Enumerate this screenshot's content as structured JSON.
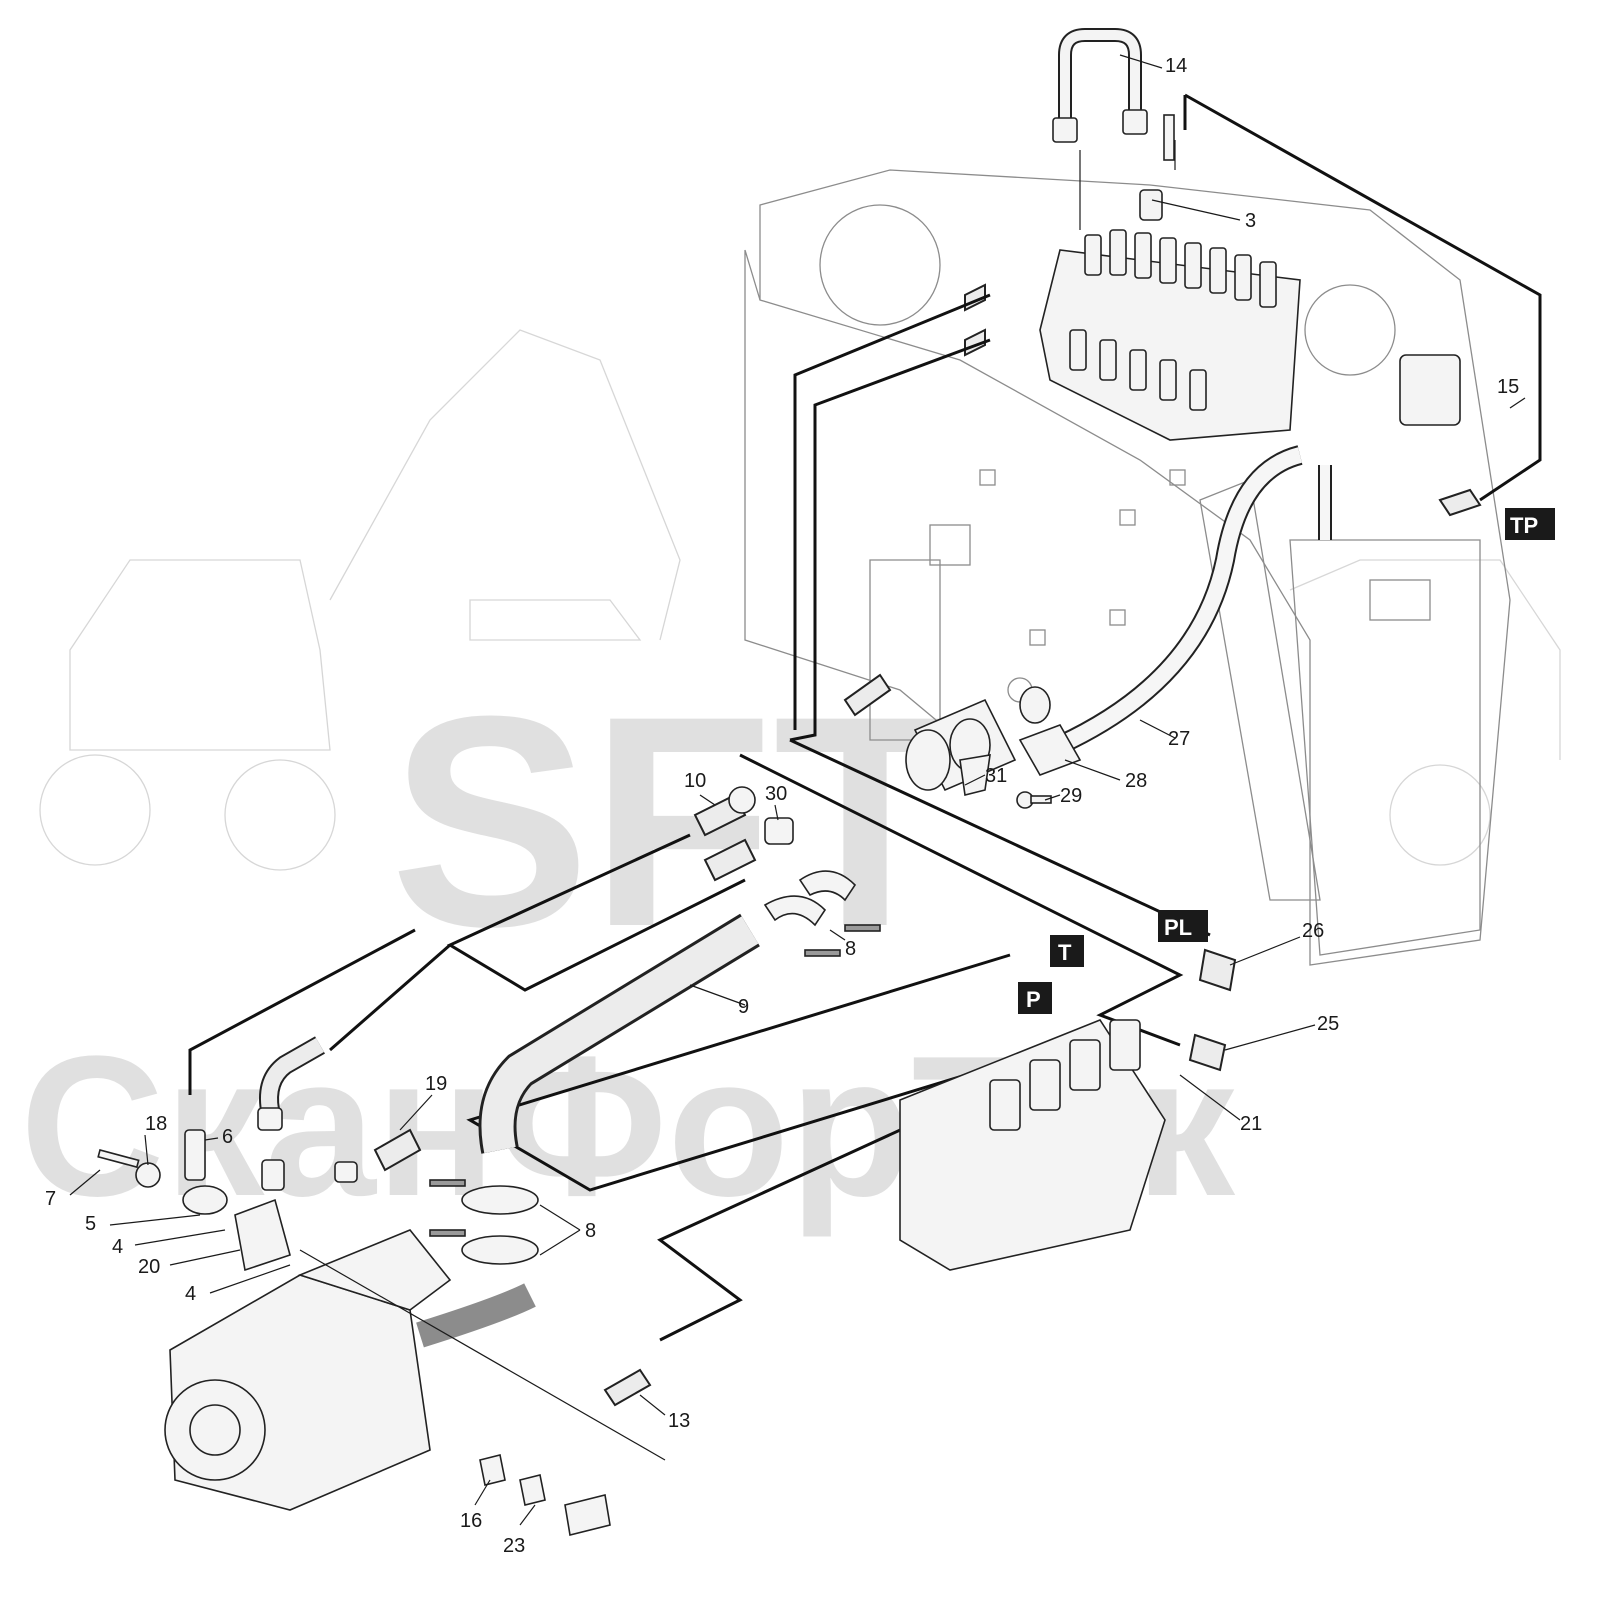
{
  "watermark": {
    "logo_text": "SFT",
    "company_text": "СканФорТек"
  },
  "port_tags": [
    {
      "id": "TP",
      "label": "TP"
    },
    {
      "id": "PL",
      "label": "PL"
    },
    {
      "id": "T",
      "label": "T"
    },
    {
      "id": "P",
      "label": "P"
    }
  ],
  "callouts": [
    {
      "id": "c14",
      "label": "14"
    },
    {
      "id": "c3",
      "label": "3"
    },
    {
      "id": "c15",
      "label": "15"
    },
    {
      "id": "c27",
      "label": "27"
    },
    {
      "id": "c28",
      "label": "28"
    },
    {
      "id": "c31",
      "label": "31"
    },
    {
      "id": "c29",
      "label": "29"
    },
    {
      "id": "c10",
      "label": "10"
    },
    {
      "id": "c30",
      "label": "30"
    },
    {
      "id": "c8a",
      "label": "8"
    },
    {
      "id": "c9",
      "label": "9"
    },
    {
      "id": "c26",
      "label": "26"
    },
    {
      "id": "c25",
      "label": "25"
    },
    {
      "id": "c21",
      "label": "21"
    },
    {
      "id": "c19",
      "label": "19"
    },
    {
      "id": "c18",
      "label": "18"
    },
    {
      "id": "c6",
      "label": "6"
    },
    {
      "id": "c7",
      "label": "7"
    },
    {
      "id": "c5",
      "label": "5"
    },
    {
      "id": "c4a",
      "label": "4"
    },
    {
      "id": "c20",
      "label": "20"
    },
    {
      "id": "c4b",
      "label": "4"
    },
    {
      "id": "c8b",
      "label": "8"
    },
    {
      "id": "c13",
      "label": "13"
    },
    {
      "id": "c16",
      "label": "16"
    },
    {
      "id": "c23",
      "label": "23"
    }
  ],
  "colors": {
    "ink": "#111111",
    "tag_bg": "#1a1a1a",
    "ghost": "#8c8c8c",
    "watermark": "#c8c8c8"
  }
}
